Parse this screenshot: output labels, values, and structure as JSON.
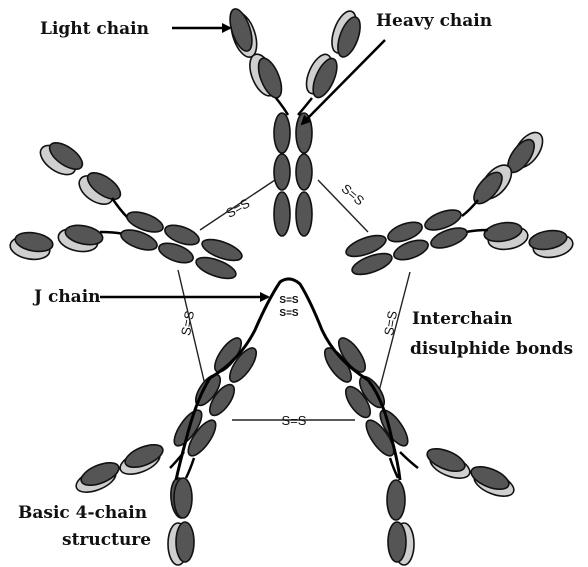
{
  "labels": {
    "light_chain": "Light chain",
    "heavy_chain": "Heavy chain",
    "j_chain": "J chain",
    "interchain_line1": "Interchain",
    "interchain_line2": "disulphide bonds",
    "basic_line1": "Basic 4-chain",
    "basic_line2": "structure"
  },
  "bond_text": "S=S",
  "j_bond_text": "S=S",
  "colors": {
    "heavy_chain": "#555555",
    "light_chain": "#cfcfcf",
    "outline": "#111111"
  }
}
